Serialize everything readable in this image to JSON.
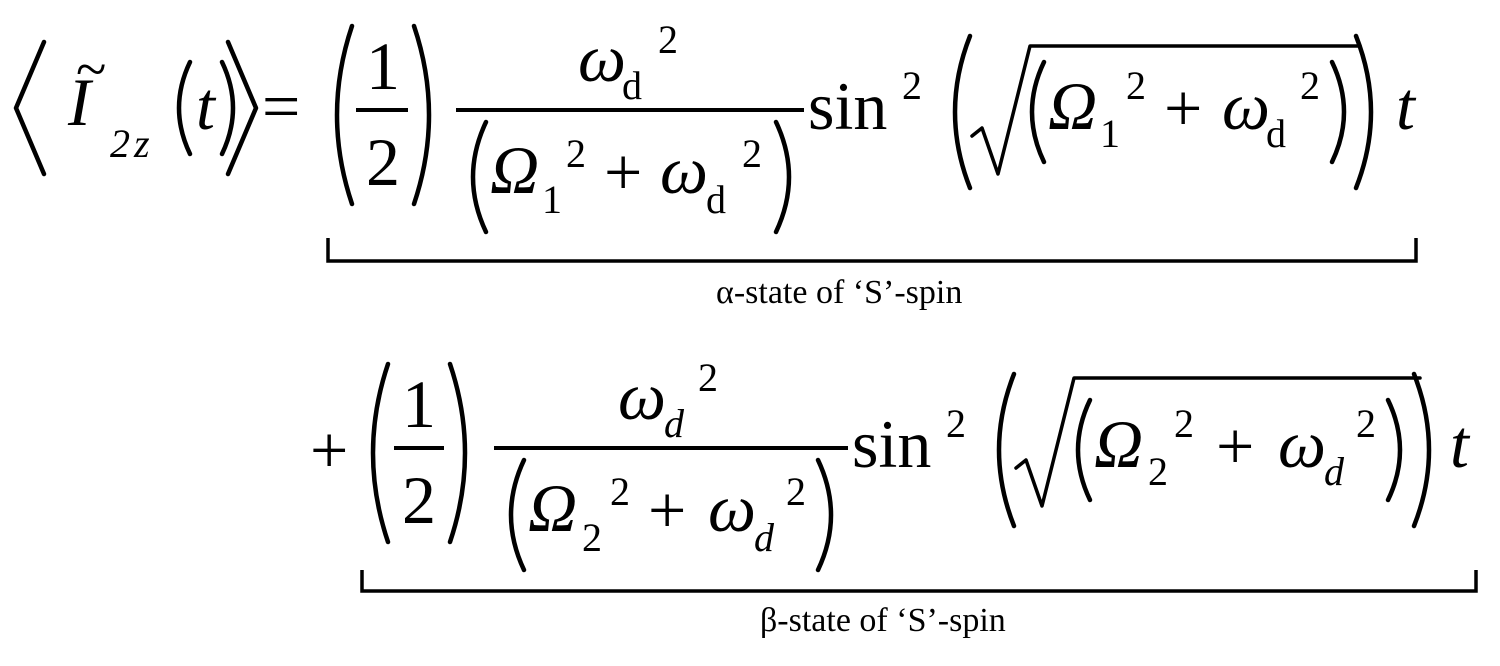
{
  "equation": {
    "lhs": {
      "symbol": "I",
      "tilde": "~",
      "subscript": "2z",
      "argument": "t",
      "equals": "="
    },
    "term1": {
      "coefficient_numerator": "1",
      "coefficient_denominator": "2",
      "fraction_numerator_symbol": "ω",
      "fraction_numerator_subscript": "d",
      "fraction_numerator_power": "2",
      "denom_Omega": "Ω",
      "denom_Omega_subscript": "1",
      "denom_Omega_power": "2",
      "denom_plus": "+",
      "denom_omega": "ω",
      "denom_omega_subscript": "d",
      "denom_omega_power": "2",
      "sin": "sin",
      "sin_power": "2",
      "root_Omega": "Ω",
      "root_Omega_subscript": "1",
      "root_Omega_power": "2",
      "root_plus": "+",
      "root_omega": "ω",
      "root_omega_subscript": "d",
      "root_omega_power": "2",
      "t": "t",
      "bracket_label": "α-state of ‘S’-spin"
    },
    "term2": {
      "leading_plus": "+",
      "coefficient_numerator": "1",
      "coefficient_denominator": "2",
      "fraction_numerator_symbol": "ω",
      "fraction_numerator_subscript": "d",
      "fraction_numerator_power": "2",
      "denom_Omega": "Ω",
      "denom_Omega_subscript": "2",
      "denom_Omega_power": "2",
      "denom_plus": "+",
      "denom_omega": "ω",
      "denom_omega_subscript": "d",
      "denom_omega_power": "2",
      "sin": "sin",
      "sin_power": "2",
      "root_Omega": "Ω",
      "root_Omega_subscript": "2",
      "root_Omega_power": "2",
      "root_plus": "+",
      "root_omega": "ω",
      "root_omega_subscript": "d",
      "root_omega_power": "2",
      "t": "t",
      "bracket_label": "β-state of ‘S’-spin"
    }
  }
}
